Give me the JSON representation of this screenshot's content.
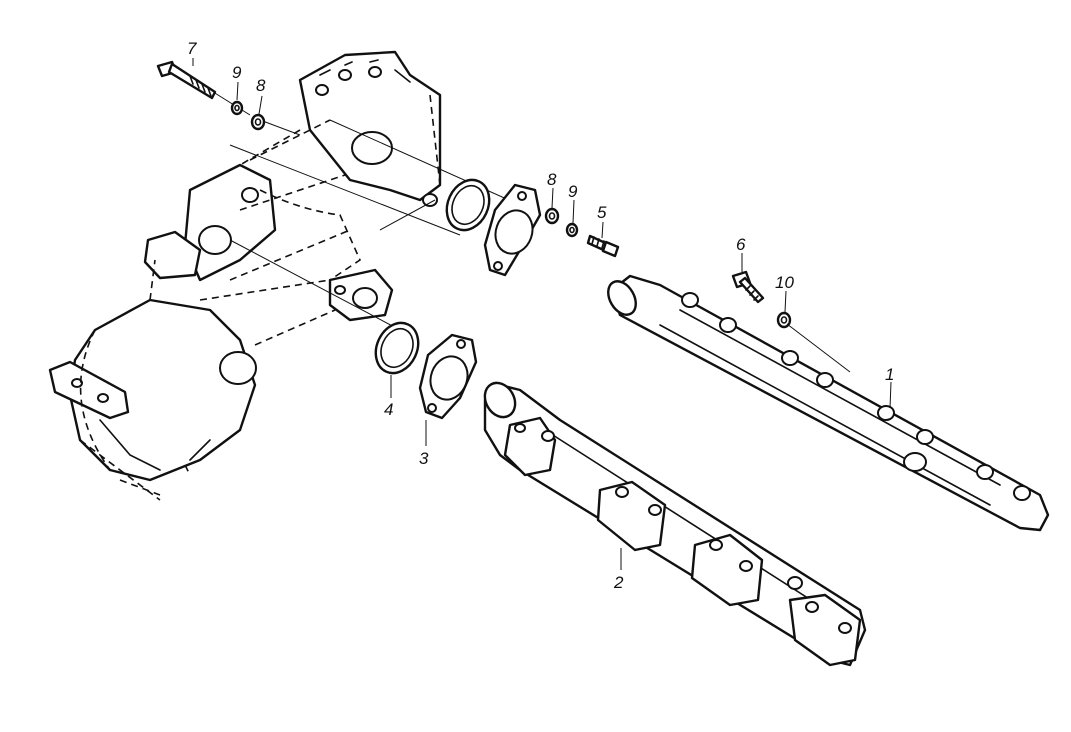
{
  "callouts": {
    "p1": "1",
    "p2": "2",
    "p3": "3",
    "p4": "4",
    "p5": "5",
    "p6": "6",
    "p7": "7",
    "p8a": "8",
    "p8b": "8",
    "p9a": "9",
    "p9b": "9",
    "p10": "10"
  },
  "colors": {
    "ink": "#111111",
    "paper": "#ffffff"
  }
}
